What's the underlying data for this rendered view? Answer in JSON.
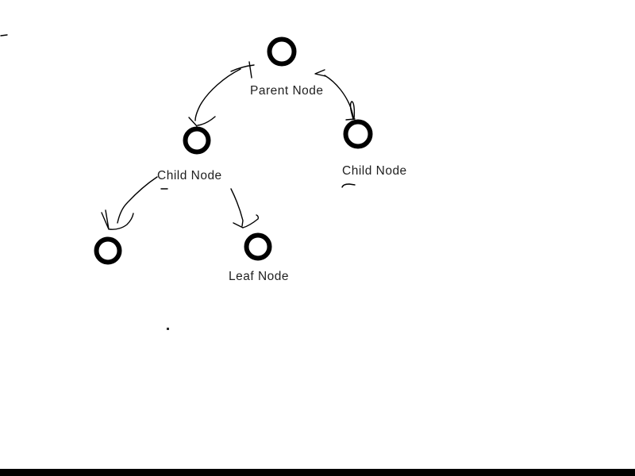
{
  "app": {
    "background_color": "#ffffff",
    "ink_color": "#000000",
    "text_color": "#1f1f1f",
    "bottom_bar_color": "#000000"
  },
  "diagram": {
    "type": "hand-drawn tree sketch",
    "nodes": [
      {
        "id": "parent",
        "label": "Parent Node"
      },
      {
        "id": "child-left",
        "label": "Child Node"
      },
      {
        "id": "child-right",
        "label": "Child Node"
      },
      {
        "id": "leaf-left",
        "label": ""
      },
      {
        "id": "leaf-right",
        "label": "Leaf Node"
      }
    ],
    "edges": [
      {
        "from": "parent",
        "to": "child-left",
        "style": "curved arrow, heads both ends"
      },
      {
        "from": "child-right",
        "to": "parent",
        "style": "curved arrow pointing to parent"
      },
      {
        "from": "child-left",
        "to": "leaf-left",
        "style": "curved arrow"
      },
      {
        "from": "child-left",
        "to": "leaf-right",
        "style": "curved arrow"
      }
    ]
  }
}
